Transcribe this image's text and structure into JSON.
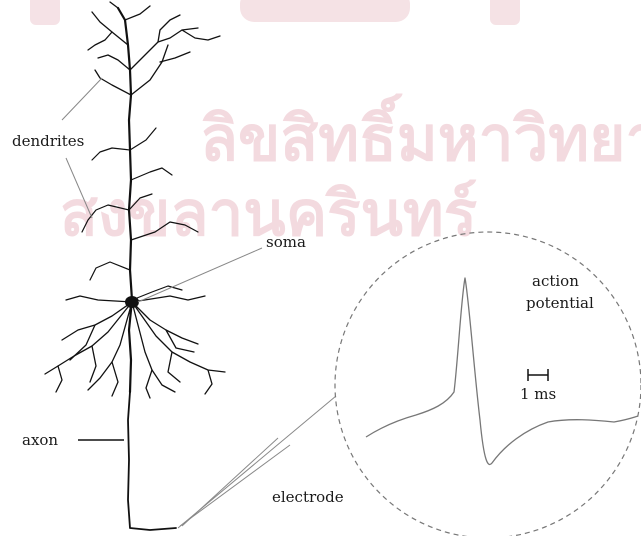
{
  "labels": {
    "dendrites": "dendrites",
    "soma": "soma",
    "axon": "axon",
    "electrode": "electrode",
    "action_line1": "action",
    "action_line2": "potential",
    "scale": "1 ms"
  },
  "watermark": {
    "line1": "ลิขสิทธิ์มหาวิทยาลัย",
    "line2": "สงขลานครินทร์",
    "color": "#f2d6dc"
  },
  "colors": {
    "neuron": "#111111",
    "pointer": "#888888",
    "trace": "#777777",
    "circle": "#777777",
    "text": "#1a1a1a"
  }
}
